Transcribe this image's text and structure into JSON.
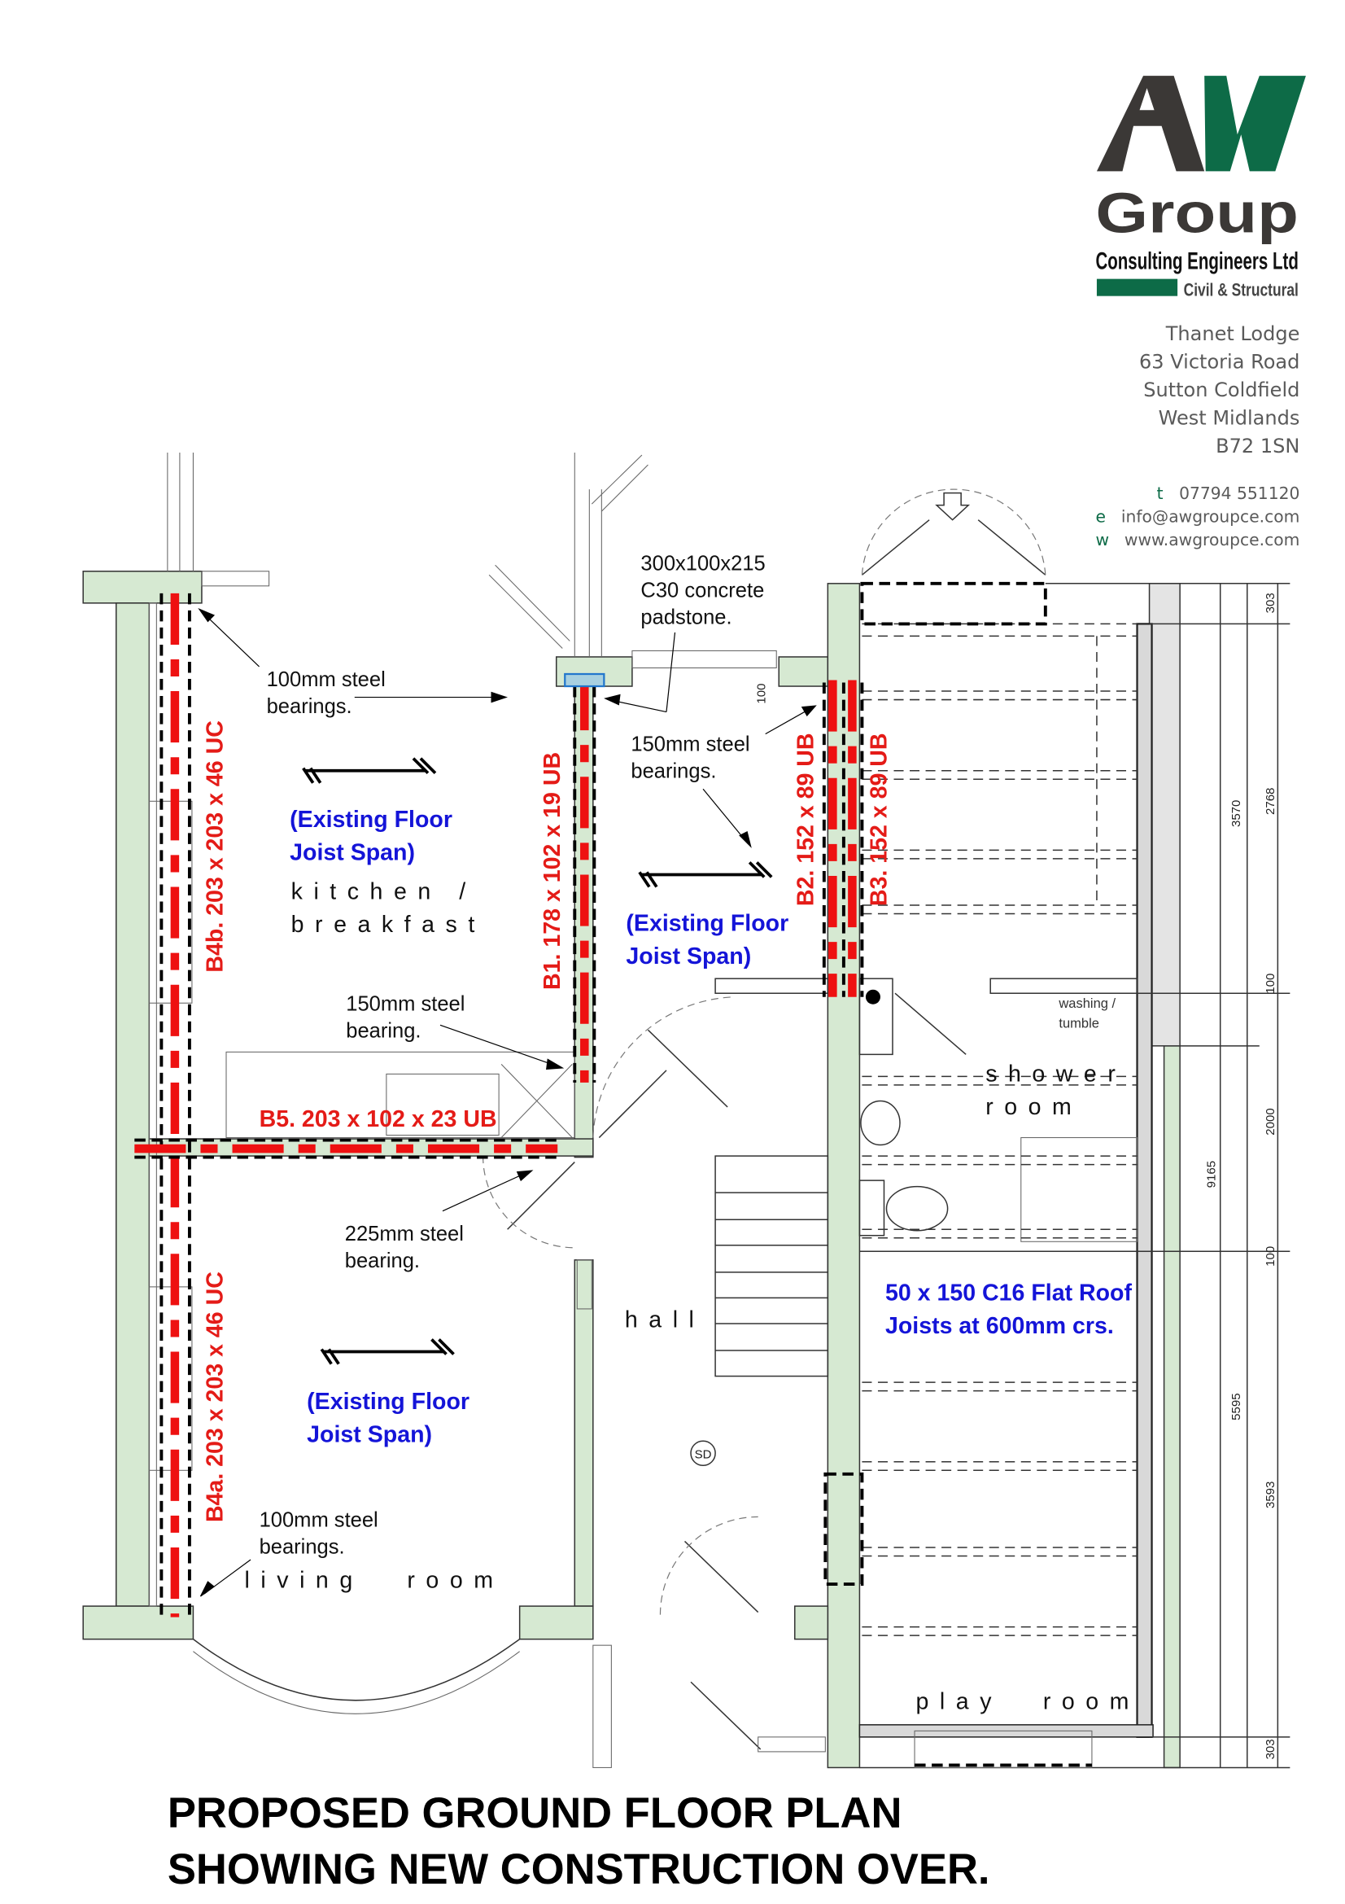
{
  "logo": {
    "mark": "AW",
    "name": "Group",
    "company": "Consulting Engineers Ltd",
    "tagline": "Civil & Structural",
    "colors": {
      "dark": "#3b3836",
      "green": "#0d6b47"
    }
  },
  "address": [
    "Thanet Lodge",
    "63 Victoria Road",
    "Sutton Coldfield",
    "West Midlands",
    "B72 1SN"
  ],
  "contact": {
    "t_key": "t",
    "phone": "07794 551120",
    "e_key": "e",
    "email": "info@awgroupce.com",
    "w_key": "w",
    "web": "www.awgroupce.com"
  },
  "beams": {
    "b1": "B1. 178 x 102 x 19 UB",
    "b2": "B2. 152 x 89 UB",
    "b3": "B3. 152 x 89 UB",
    "b4a": "B4a. 203 x 203 x 46 UC",
    "b4b": "B4b. 203 x 203 x 46 UC",
    "b5": "B5. 203 x 102 x 23 UB"
  },
  "notes": {
    "bearing_100_top": [
      "100mm steel",
      "bearings."
    ],
    "padstone": [
      "300x100x215",
      "C30 concrete",
      "padstone."
    ],
    "bearing_150_top": [
      "150mm steel",
      "bearings."
    ],
    "bearing_150_mid": [
      "150mm steel",
      "bearing."
    ],
    "bearing_225": [
      "225mm steel",
      "bearing."
    ],
    "bearing_100_bottom": [
      "100mm steel",
      "bearings."
    ],
    "joist_span": [
      "(Existing Floor",
      "Joist Span)"
    ],
    "flat_roof": [
      "50 x 150 C16 Flat Roof",
      "Joists at 600mm crs."
    ],
    "washing": [
      "washing /",
      "tumble"
    ],
    "sd": "SD"
  },
  "rooms": {
    "kitchen": [
      "kitchen /",
      "breakfast"
    ],
    "living": [
      "living",
      "room"
    ],
    "hall": "hall",
    "shower": [
      "shower",
      "room"
    ],
    "play": [
      "play",
      "room"
    ]
  },
  "dimensions": {
    "d303_top": "303",
    "d2768": "2768",
    "d3570": "3570",
    "d100_a": "100",
    "d2000": "2000",
    "d9165": "9165",
    "d100_b": "100",
    "d5595": "5595",
    "d3593": "3593",
    "d303_bottom": "303",
    "d100_small": "100"
  },
  "title": [
    "PROPOSED GROUND FLOOR PLAN",
    "SHOWING NEW CONSTRUCTION OVER."
  ]
}
